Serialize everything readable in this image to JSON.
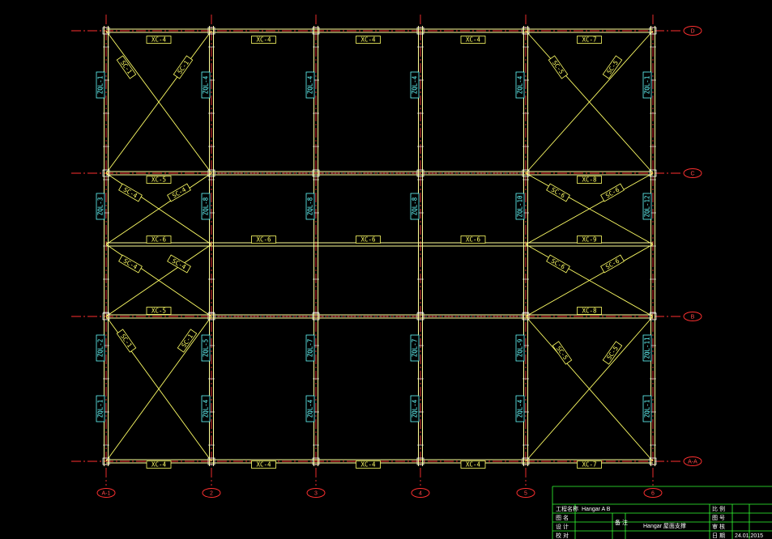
{
  "colors": {
    "background": "#000000",
    "axis": "#ff3030",
    "frame": "#ffff99",
    "brace": "#ffff66",
    "column_tag": "#66ffff",
    "title_block_line": "#33ff33",
    "title_block_text": "#ffffff"
  },
  "axes": {
    "vertical": [
      "A-1",
      "2",
      "3",
      "4",
      "5",
      "6"
    ],
    "horizontal": [
      "D",
      "C",
      "B",
      "A-A"
    ]
  },
  "xc_labels": {
    "row_D": [
      "XC-4",
      "XC-4",
      "XC-4",
      "XC-4",
      "XC-7"
    ],
    "row_C": [
      "XC-5",
      "XC-8"
    ],
    "row_mid": [
      "XC-6",
      "XC-6",
      "XC-6",
      "XC-6",
      "XC-9"
    ],
    "row_B": [
      "XC-5",
      "XC-8"
    ],
    "row_A": [
      "XC-4",
      "XC-4",
      "XC-4",
      "XC-4",
      "XC-7"
    ]
  },
  "sc_labels": {
    "bay1_top": [
      "SC-1",
      "SC-1"
    ],
    "bay1_c": [
      "SC-4",
      "SC-4"
    ],
    "bay1_mid": [
      "SC-4",
      "SC-4"
    ],
    "bay1_bot": [
      "SC-1",
      "SC-1"
    ],
    "bay5_top": [
      "SC-5",
      "SC-5"
    ],
    "bay5_c": [
      "SC-6",
      "SC-6"
    ],
    "bay5_mid": [
      "SC-6",
      "SC-6"
    ],
    "bay5_bot": [
      "SC-5",
      "SC-5"
    ]
  },
  "zql_labels": {
    "row_top": [
      "ZQL-1",
      "ZQL-4",
      "ZQL-4",
      "ZQL-4",
      "ZQL-4",
      "ZQL-1"
    ],
    "row_c": [
      "ZQL-3",
      "ZQL-8",
      "ZQL-8",
      "ZQL-8",
      "ZQL-10",
      "ZQL-12"
    ],
    "row_b1": [
      "ZQL-2",
      "ZQL-5",
      "ZQL-7",
      "ZQL-7",
      "ZQL-9",
      "ZQL-11"
    ],
    "row_b2": [
      "ZQL-1",
      "ZQL-4",
      "ZQL-4",
      "ZQL-4",
      "ZQL-4",
      "ZQL-1"
    ]
  },
  "title_block": {
    "cell_1": "工程名称",
    "project": "Hangar A B",
    "cell_2": "图 名",
    "drawing": "Hangar 屋面支撑",
    "cell_3": "日 期",
    "date": "24.01.2015",
    "cell_4": "比 例",
    "cell_5": "图 号",
    "cell_6": "设 计",
    "cell_7": "校 对",
    "cell_8": "审 核",
    "cell_9": "备 注"
  }
}
